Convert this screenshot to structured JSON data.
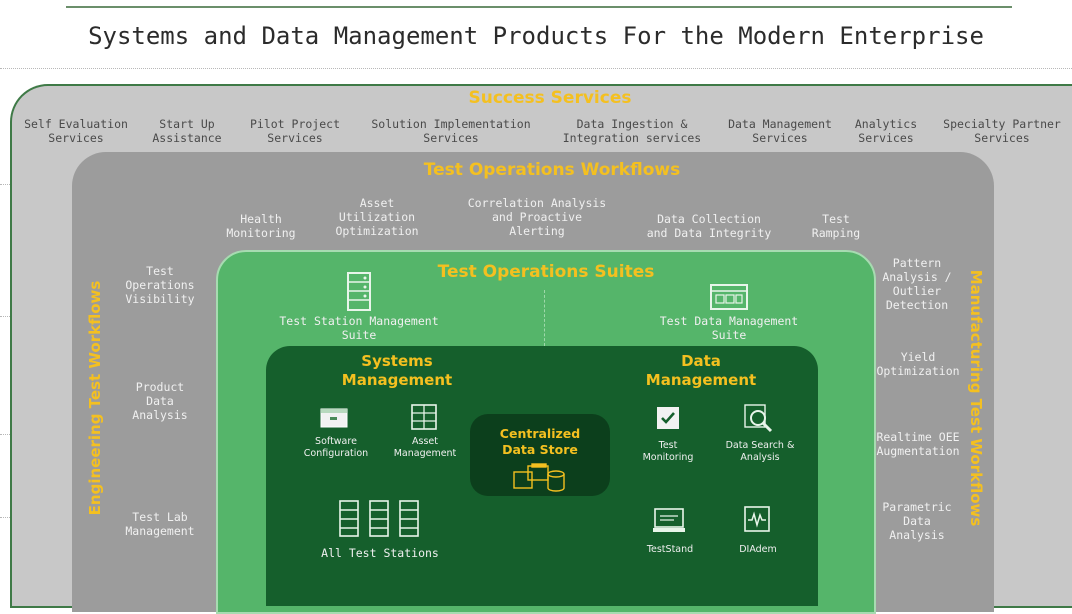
{
  "title": "Systems and Data Management Products For the Modern Enterprise",
  "success_services": {
    "heading": "Success Services",
    "items": [
      "Self Evaluation\nServices",
      "Start Up\nAssistance",
      "Pilot Project\nServices",
      "Solution Implementation\nServices",
      "Data Ingestion &\nIntegration services",
      "Data Management\nServices",
      "Analytics\nServices",
      "Specialty Partner\nServices"
    ]
  },
  "test_operations_workflows": {
    "heading": "Test Operations Workflows",
    "items": [
      "Health\nMonitoring",
      "Asset\nUtilization\nOptimization",
      "Correlation Analysis\nand Proactive\nAlerting",
      "Data Collection\nand Data Integrity",
      "Test\nRamping"
    ]
  },
  "engineering_test_workflows": {
    "heading": "Engineering Test Workflows",
    "items": [
      "Test\nOperations\nVisibility",
      "Product\nData\nAnalysis",
      "Test Lab\nManagement"
    ]
  },
  "manufacturing_test_workflows": {
    "heading": "Manufacturing Test Workflows",
    "items": [
      "Pattern\nAnalysis /\nOutlier\nDetection",
      "Yield\nOptimization",
      "Realtime OEE\nAugmentation",
      "Parametric\nData\nAnalysis"
    ]
  },
  "test_operations_suites": {
    "heading": "Test Operations Suites",
    "left_suite": "Test Station Management\nSuite",
    "right_suite": "Test Data Management\nSuite"
  },
  "systems_management": {
    "heading": "Systems\nManagement",
    "software_configuration": "Software\nConfiguration",
    "asset_management": "Asset\nManagement",
    "all_test_stations": "All Test Stations"
  },
  "data_management": {
    "heading": "Data\nManagement",
    "test_monitoring": "Test\nMonitoring",
    "data_search": "Data Search &\nAnalysis",
    "teststand": "TestStand",
    "diadem": "DIAdem"
  },
  "centralized_store": {
    "heading": "Centralized\nData Store"
  },
  "colors": {
    "heading_yellow": "#f4c020",
    "success_gray": "#c8c8c8",
    "workflow_gray": "#9c9c9c",
    "suite_green": "#55b56a",
    "mgmt_green": "#155f2c",
    "store_green": "#0c3f1c"
  }
}
